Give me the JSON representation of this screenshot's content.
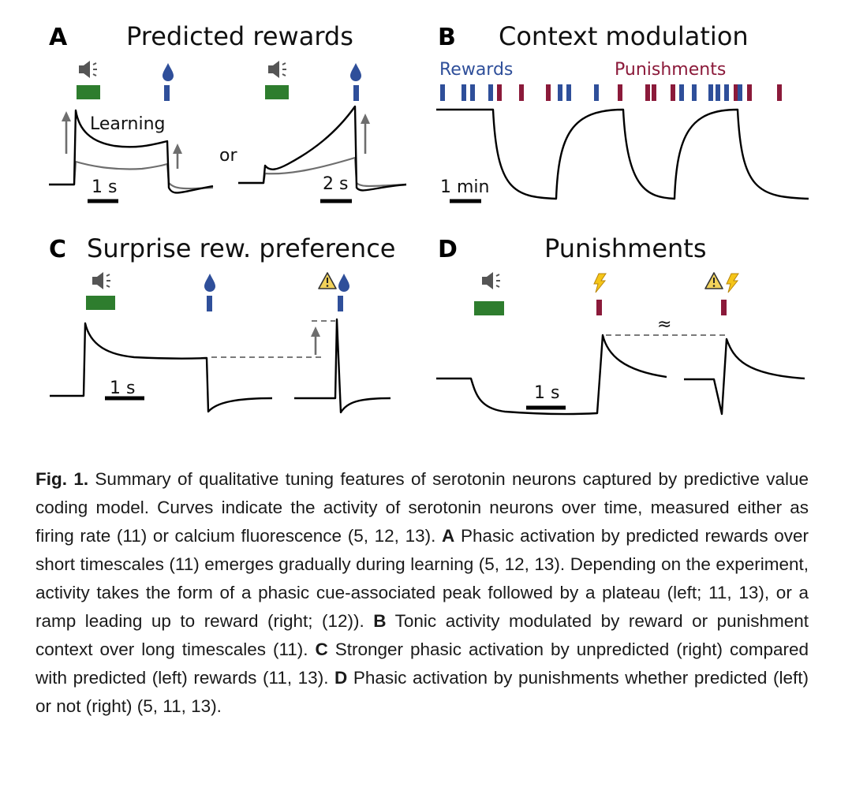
{
  "panels": {
    "a": {
      "letter": "A",
      "title": "Predicted rewards",
      "learning": "Learning",
      "or": "or",
      "scale1": "1 s",
      "scale2": "2 s"
    },
    "b": {
      "letter": "B",
      "title": "Context modulation",
      "rewards": "Rewards",
      "punishments": "Punishments",
      "scale": "1 min"
    },
    "c": {
      "letter": "C",
      "title": "Surprise rew. preference",
      "scale": "1 s"
    },
    "d": {
      "letter": "D",
      "title": "Punishments",
      "scale": "1 s",
      "approx": "≈"
    }
  },
  "colors": {
    "cue": "#2e7d2e",
    "reward": "#2f4f9a",
    "punishment": "#8b1a3a",
    "warning": "#f2d25a",
    "shock": "#f5c518"
  },
  "icons": [
    "speaker-icon",
    "water-drop-icon",
    "warning-icon",
    "lightning-icon"
  ],
  "caption": {
    "fig_label": "Fig. 1.",
    "intro": " Summary of qualitative tuning features of serotonin neurons captured by predictive value coding model. Curves indicate the activity of serotonin neurons over time, measured either as firing rate (11) or calcium fluorescence (5, 12, 13). ",
    "a_label": "A",
    "a_text": " Phasic activation by predicted rewards over short timescales (11) emerges gradually during learning (5, 12, 13). Depending on the experiment, activity takes the form of a phasic cue-associated peak followed by a plateau (left; 11, 13), or a ramp leading up to reward (right; (12)). ",
    "b_label": "B",
    "b_text": " Tonic activity modulated by reward or punishment context over long timescales (11). ",
    "c_label": "C",
    "c_text": " Stronger phasic activation by unpredicted (right) compared with predicted (left) rewards (11, 13). ",
    "d_label": "D",
    "d_text": " Phasic activation by punishments whether predicted (left) or not (right) (5, 11, 13)."
  }
}
